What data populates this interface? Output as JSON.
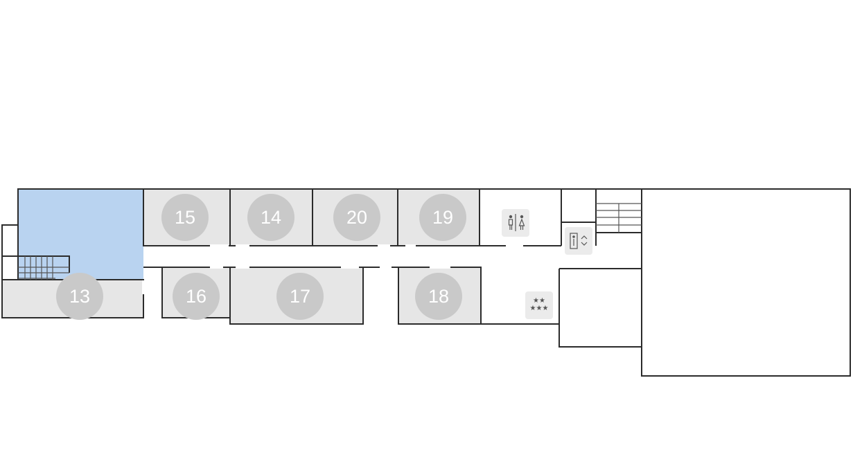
{
  "map": {
    "highlight_color": "#b9d3f0",
    "room_fill": "#e6e6e6",
    "badge_color": "#c9c9c9",
    "rooms": [
      {
        "id": "room-13",
        "number": "13"
      },
      {
        "id": "room-15",
        "number": "15"
      },
      {
        "id": "room-14",
        "number": "14"
      },
      {
        "id": "room-20",
        "number": "20"
      },
      {
        "id": "room-19",
        "number": "19"
      },
      {
        "id": "room-16",
        "number": "16"
      },
      {
        "id": "room-17",
        "number": "17"
      },
      {
        "id": "room-18",
        "number": "18"
      }
    ],
    "amenities": [
      {
        "id": "restroom",
        "icon": "restroom-icon"
      },
      {
        "id": "elevator",
        "icon": "elevator-icon"
      },
      {
        "id": "stairs",
        "icon": "stairs-icon"
      },
      {
        "id": "lounge",
        "icon": "stars-icon"
      }
    ]
  }
}
